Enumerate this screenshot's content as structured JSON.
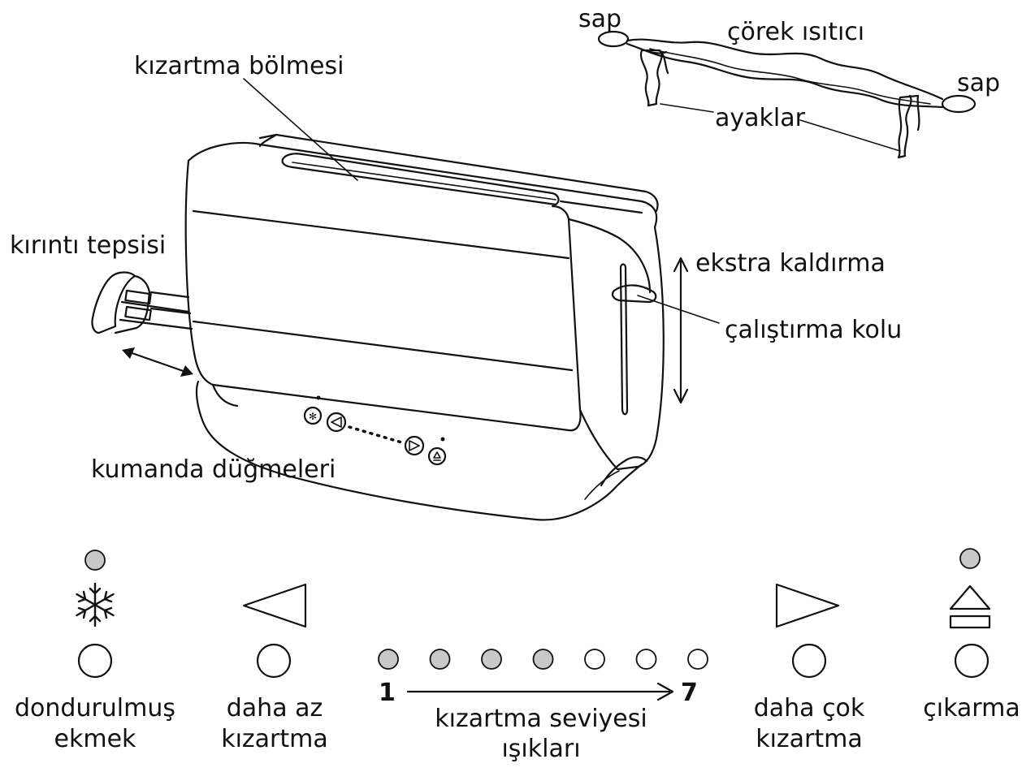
{
  "labels": {
    "sap_left": "sap",
    "sap_right": "sap",
    "corek_isitici": "çörek ısıtıcı",
    "ayaklar": "ayaklar",
    "kizartma_bolmesi": "kızartma bölmesi",
    "kirinti_tepsisi": "kırıntı tepsisi",
    "ekstra_kaldirma": "ekstra kaldırma",
    "calistirma_kolu": "çalıştırma kolu",
    "kumanda_dugmeleri": "kumanda düğmeleri"
  },
  "panel": {
    "frozen": {
      "line1": "dondurulmuş",
      "line2": "ekmek",
      "icon": "snowflake-icon",
      "indicator_lit": true
    },
    "less": {
      "line1": "daha az",
      "line2": "kızartma",
      "icon": "triangle-left-icon"
    },
    "more": {
      "line1": "daha çok",
      "line2": "kızartma",
      "icon": "triangle-right-icon"
    },
    "eject": {
      "line1": "çıkarma",
      "icon": "eject-icon",
      "indicator_lit": true
    },
    "levels": {
      "line1": "kızartma seviyesi",
      "line2": "ışıkları",
      "start": "1",
      "end": "7",
      "count": 7,
      "lit": 4
    }
  },
  "colors": {
    "lit": "#c8c8c8",
    "unlit": "#ffffff",
    "ink": "#111111"
  }
}
